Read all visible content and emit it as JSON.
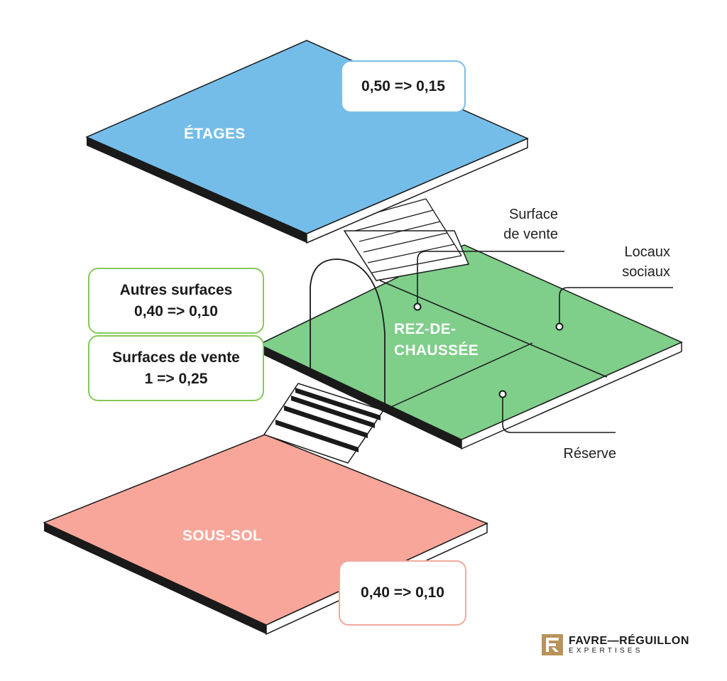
{
  "floors": {
    "etages": {
      "label": "ÉTAGES",
      "color": "#75bde9",
      "coefficient": "0,50 => 0,15"
    },
    "rez": {
      "label_line1": "REZ-DE-",
      "label_line2": "CHAUSSÉE",
      "color": "#7fce8a",
      "autres_surfaces": {
        "line1": "Autres surfaces",
        "line2": "0,40 => 0,10"
      },
      "surfaces_vente": {
        "line1": "Surfaces de vente",
        "line2": "1 => 0,25"
      }
    },
    "sous_sol": {
      "label": "SOUS-SOL",
      "color": "#f9a69a",
      "coefficient": "0,40 => 0,10"
    }
  },
  "callouts": {
    "surface_vente": {
      "line1": "Surface",
      "line2": "de vente"
    },
    "locaux_sociaux": {
      "line1": "Locaux",
      "line2": "sociaux"
    },
    "reserve": {
      "text": "Réserve"
    }
  },
  "logo": {
    "name": "FAVRE—RÉGUILLON",
    "sub": "EXPERTISES",
    "color": "#b8935a"
  }
}
